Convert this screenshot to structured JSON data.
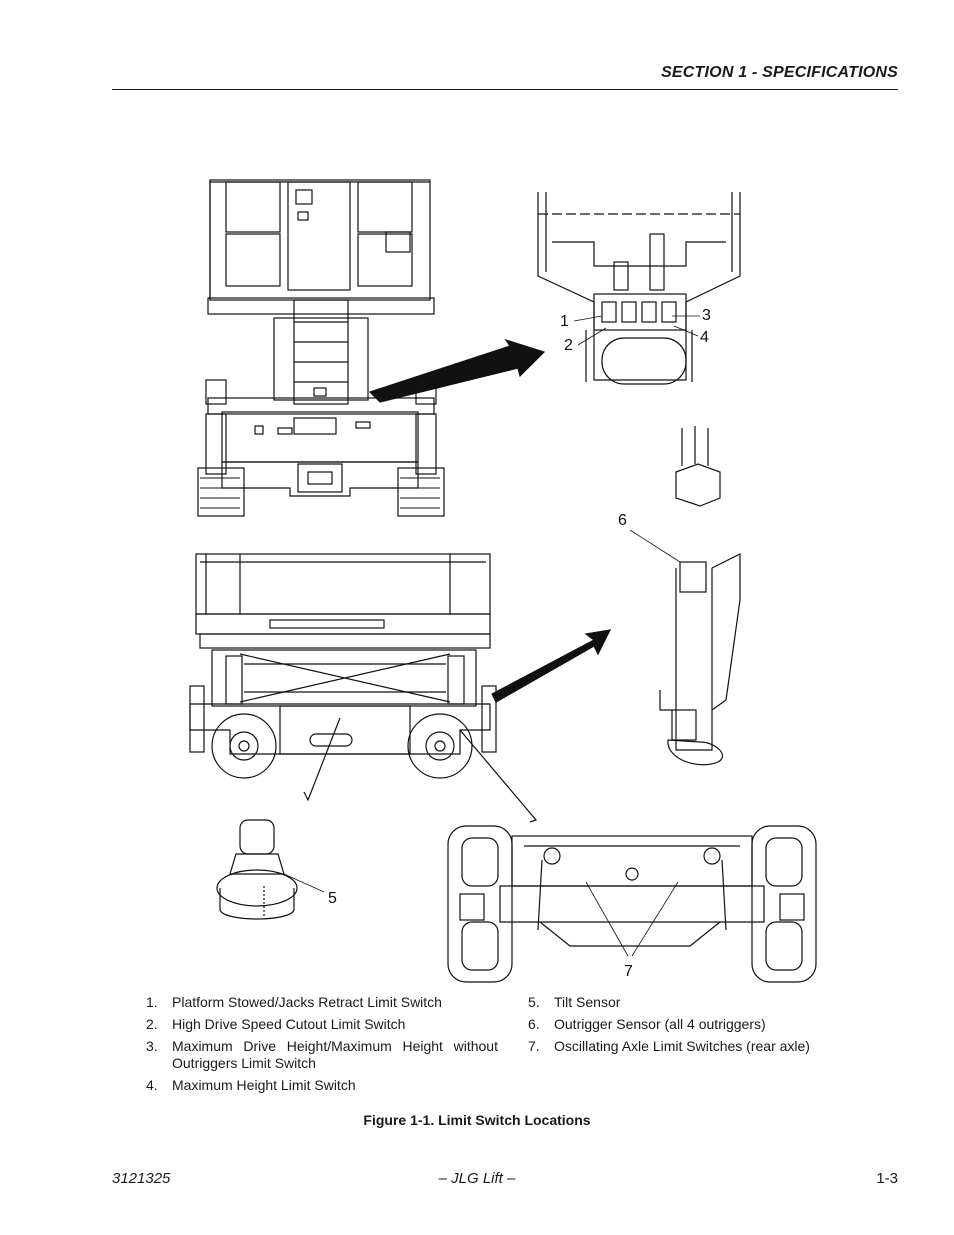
{
  "header": {
    "section_title": "SECTION 1 - SPECIFICATIONS"
  },
  "figure": {
    "callouts": [
      "1",
      "2",
      "3",
      "4",
      "5",
      "6",
      "7"
    ]
  },
  "legend": {
    "left": [
      {
        "num": "1.",
        "text": "Platform Stowed/Jacks Retract Limit Switch"
      },
      {
        "num": "2.",
        "text": "High Drive Speed Cutout Limit Switch"
      },
      {
        "num": "3.",
        "text_line1": "Maximum Drive Height/Maximum Height without",
        "text_line2": "Outriggers Limit Switch"
      },
      {
        "num": "4.",
        "text": "Maximum Height Limit Switch"
      }
    ],
    "right": [
      {
        "num": "5.",
        "text": "Tilt Sensor"
      },
      {
        "num": "6.",
        "text": "Outrigger Sensor (all 4 outriggers)"
      },
      {
        "num": "7.",
        "text": "Oscillating Axle Limit Switches (rear axle)"
      }
    ]
  },
  "caption": "Figure 1-1.  Limit Switch Locations",
  "footer": {
    "doc_number": "3121325",
    "center": "– JLG Lift –",
    "page": "1-3"
  }
}
